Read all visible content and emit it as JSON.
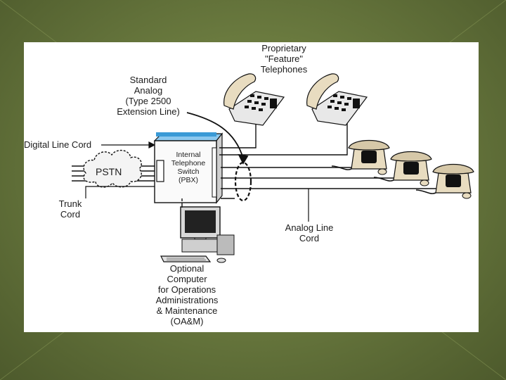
{
  "labels": {
    "proprietary_phones": "Proprietary \"Feature\"\nTelephones",
    "standard_analog": "Standard\nAnalog\n(Type 2500\nExtension Line)",
    "digital_line_cord": "Digital Line Cord",
    "pstn": "PSTN",
    "pbx": "Internal\nTelephone\nSwitch\n(PBX)",
    "trunk_cord": "Trunk\nCord",
    "analog_line_cord": "Analog Line\nCord",
    "optional_computer": "Optional\nComputer\nfor Operations\nAdministrations\n& Maintenance\n(OA&M)"
  },
  "colors": {
    "background": "#6a7a3f",
    "panel": "#ffffff",
    "pbx_top": "#3a9ad6",
    "phone_body": "#e8dcc0",
    "line": "#111111"
  }
}
